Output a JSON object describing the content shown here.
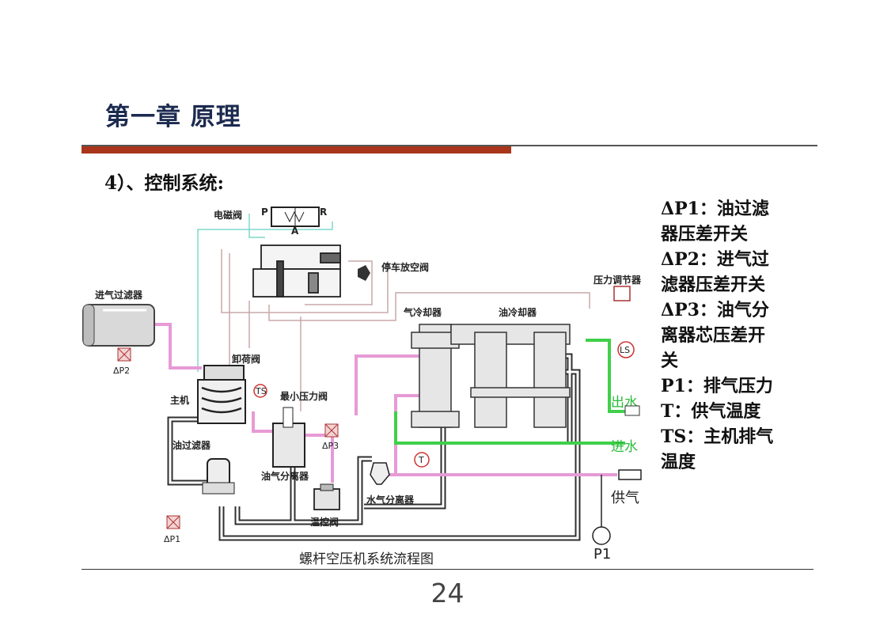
{
  "slide": {
    "title": "第一章 原理",
    "section_heading": "4）、控制系统:",
    "page_number": "24",
    "legend": [
      "ΔP1：油过滤\n器压差开关",
      "ΔP2：进气过\n滤器压差开关",
      "ΔP3：油气分\n离器芯压差开\n关",
      "P1：排气压力",
      "T：供气温度",
      "TS：主机排气\n温度"
    ]
  },
  "diagram": {
    "caption": "螺杆空压机系统流程图",
    "labels": {
      "solenoid_valve": "电磁阀",
      "port_p": "P",
      "port_r": "R",
      "port_a": "A",
      "stop_vent_valve": "停车放空阀",
      "pressure_regulator": "压力调节器",
      "intake_filter": "进气过滤器",
      "dp2": "ΔP2",
      "unloading_valve": "卸荷阀",
      "main_unit": "主机",
      "ts": "TS",
      "min_pressure_valve": "最小压力阀",
      "air_cooler": "气冷却器",
      "oil_cooler": "油冷却器",
      "ls": "LS",
      "water_out": "出水",
      "water_in": "进水",
      "oil_filter": "油过滤器",
      "dp3": "ΔP3",
      "oil_gas_separator": "油气分离器",
      "t": "T",
      "water_separator": "水气分离器",
      "air_supply": "供气",
      "thermostatic_valve": "温控阀",
      "dp1": "ΔP1",
      "p1": "P1"
    }
  }
}
